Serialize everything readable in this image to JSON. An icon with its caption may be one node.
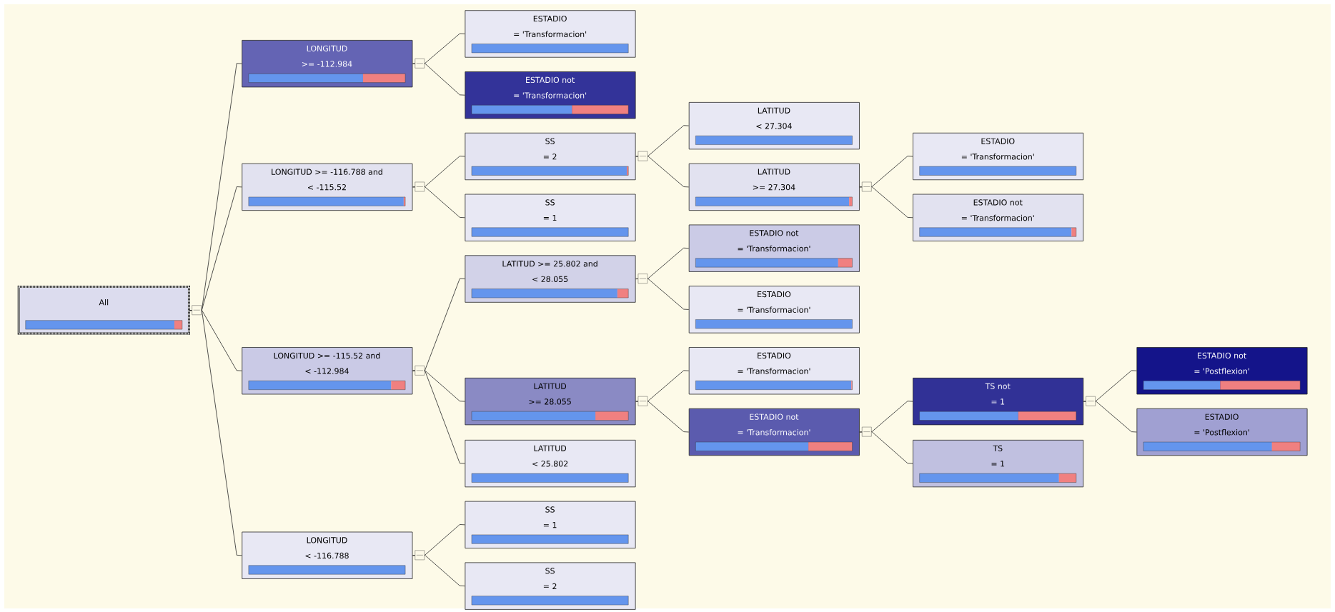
{
  "diagram": {
    "nodes": [
      {
        "text": [
          "All"
        ]
      },
      {
        "text": [
          "LONGITUD",
          ">= -112.984"
        ]
      },
      {
        "text": [
          "LONGITUD >= -116.788 and",
          "< -115.52"
        ]
      },
      {
        "text": [
          "LONGITUD >= -115.52 and",
          "< -112.984"
        ]
      },
      {
        "text": [
          "LONGITUD",
          "< -116.788"
        ]
      },
      {
        "text": [
          "ESTADIO",
          "= 'Transformacion'"
        ]
      },
      {
        "text": [
          "ESTADIO not",
          "= 'Transformacion'"
        ]
      },
      {
        "text": [
          "SS",
          "= 2"
        ]
      },
      {
        "text": [
          "SS",
          "= 1"
        ]
      },
      {
        "text": [
          "LATITUD >= 25.802 and",
          "< 28.055"
        ]
      },
      {
        "text": [
          "LATITUD",
          ">= 28.055"
        ]
      },
      {
        "text": [
          "LATITUD",
          "< 25.802"
        ]
      },
      {
        "text": [
          "SS",
          "= 1"
        ]
      },
      {
        "text": [
          "SS",
          "= 2"
        ]
      },
      {
        "text": [
          "LATITUD",
          "< 27.304"
        ]
      },
      {
        "text": [
          "LATITUD",
          ">= 27.304"
        ]
      },
      {
        "text": [
          "ESTADIO not",
          "= 'Transformacion'"
        ]
      },
      {
        "text": [
          "ESTADIO",
          "= 'Transformacion'"
        ]
      },
      {
        "text": [
          "ESTADIO",
          "= 'Transformacion'"
        ]
      },
      {
        "text": [
          "ESTADIO not",
          "= 'Transformacion'"
        ]
      },
      {
        "text": [
          "ESTADIO",
          "= 'Transformacion'"
        ]
      },
      {
        "text": [
          "ESTADIO not",
          "= 'Transformacion'"
        ]
      },
      {
        "text": [
          "TS not",
          "= 1"
        ]
      },
      {
        "text": [
          "TS",
          "= 1"
        ]
      },
      {
        "text": [
          "ESTADIO not",
          "= 'Postflexion'"
        ]
      },
      {
        "text": [
          "ESTADIO",
          "= 'Postflexion'"
        ]
      }
    ],
    "edges": [
      {
        "from": 0,
        "to": 1,
        "arrow": "none"
      },
      {
        "from": 0,
        "to": 2,
        "arrow": "none"
      },
      {
        "from": 0,
        "to": 3,
        "arrow": "none"
      },
      {
        "from": 0,
        "to": 4,
        "arrow": "none"
      },
      {
        "from": 1,
        "to": 5,
        "arrow": "none"
      },
      {
        "from": 1,
        "to": 6,
        "arrow": "none"
      },
      {
        "from": 2,
        "to": 7,
        "arrow": "none"
      },
      {
        "from": 2,
        "to": 8,
        "arrow": "none"
      },
      {
        "from": 3,
        "to": 9,
        "arrow": "none"
      },
      {
        "from": 3,
        "to": 10,
        "arrow": "none"
      },
      {
        "from": 3,
        "to": 11,
        "arrow": "none"
      },
      {
        "from": 4,
        "to": 12,
        "arrow": "none"
      },
      {
        "from": 4,
        "to": 13,
        "arrow": "none"
      },
      {
        "from": 7,
        "to": 14,
        "arrow": "none"
      },
      {
        "from": 7,
        "to": 15,
        "arrow": "none"
      },
      {
        "from": 9,
        "to": 16,
        "arrow": "none"
      },
      {
        "from": 9,
        "to": 17,
        "arrow": "none"
      },
      {
        "from": 10,
        "to": 18,
        "arrow": "none"
      },
      {
        "from": 10,
        "to": 19,
        "arrow": "none"
      },
      {
        "from": 15,
        "to": 20,
        "arrow": "none"
      },
      {
        "from": 15,
        "to": 21,
        "arrow": "none"
      },
      {
        "from": 19,
        "to": 22,
        "arrow": "none"
      },
      {
        "from": 19,
        "to": 23,
        "arrow": "none"
      },
      {
        "from": 22,
        "to": 24,
        "arrow": "none"
      },
      {
        "from": 22,
        "to": 25,
        "arrow": "none"
      }
    ]
  }
}
